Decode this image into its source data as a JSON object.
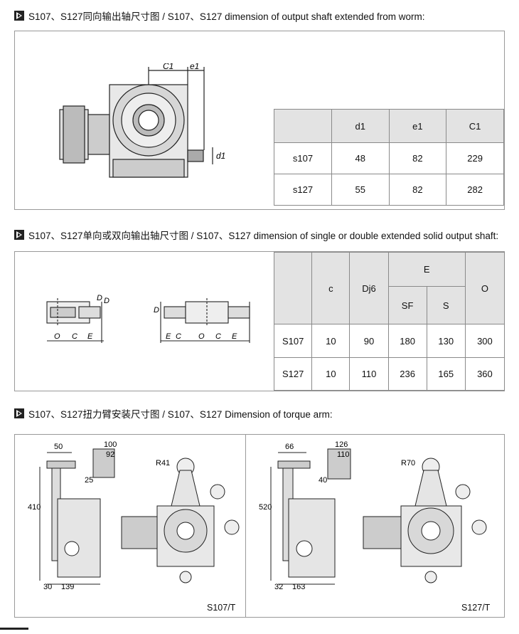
{
  "sections": [
    {
      "heading": "S107、S127同向输出轴尺寸图 / S107、S127 dimension of output shaft extended from worm:",
      "drawing_labels": {
        "c1": "C1",
        "e1": "e1",
        "d1": "d1"
      },
      "table": {
        "headers": [
          "",
          "d1",
          "e1",
          "C1"
        ],
        "rows": [
          [
            "s107",
            "48",
            "82",
            "229"
          ],
          [
            "s127",
            "55",
            "82",
            "282"
          ]
        ]
      }
    },
    {
      "heading": "S107、S127单向或双向输出轴尺寸图 / S107、S127 dimension of single or double extended solid output shaft:",
      "drawing_labels": {
        "d": "D",
        "o": "O",
        "c": "C",
        "e": "E"
      },
      "table": {
        "headers_top": [
          "",
          "c",
          "Dj6",
          "E",
          "O"
        ],
        "headers_sub": [
          "SF",
          "S"
        ],
        "rows": [
          [
            "S107",
            "10",
            "90",
            "180",
            "130",
            "300"
          ],
          [
            "S127",
            "10",
            "110",
            "236",
            "165",
            "360"
          ]
        ]
      }
    },
    {
      "heading": "S107、S127扭力臂安装尺寸图 / S107、S127 Dimension of torque arm:",
      "panels": [
        {
          "caption": "S107/T",
          "dims": {
            "top": "50",
            "w1": "100",
            "w2": "92",
            "h1": "25",
            "h2": "410",
            "b1": "30",
            "b2": "139",
            "r": "R41"
          }
        },
        {
          "caption": "S127/T",
          "dims": {
            "top": "66",
            "w1": "126",
            "w2": "110",
            "h1": "40",
            "h2": "520",
            "b1": "32",
            "b2": "163",
            "r": "R70"
          }
        }
      ]
    }
  ],
  "colors": {
    "header_bg": "#e3e3e3",
    "border": "#8a8a8a",
    "line": "#222222"
  },
  "icons": {
    "heading_marker": "triangle-bullet-icon"
  }
}
